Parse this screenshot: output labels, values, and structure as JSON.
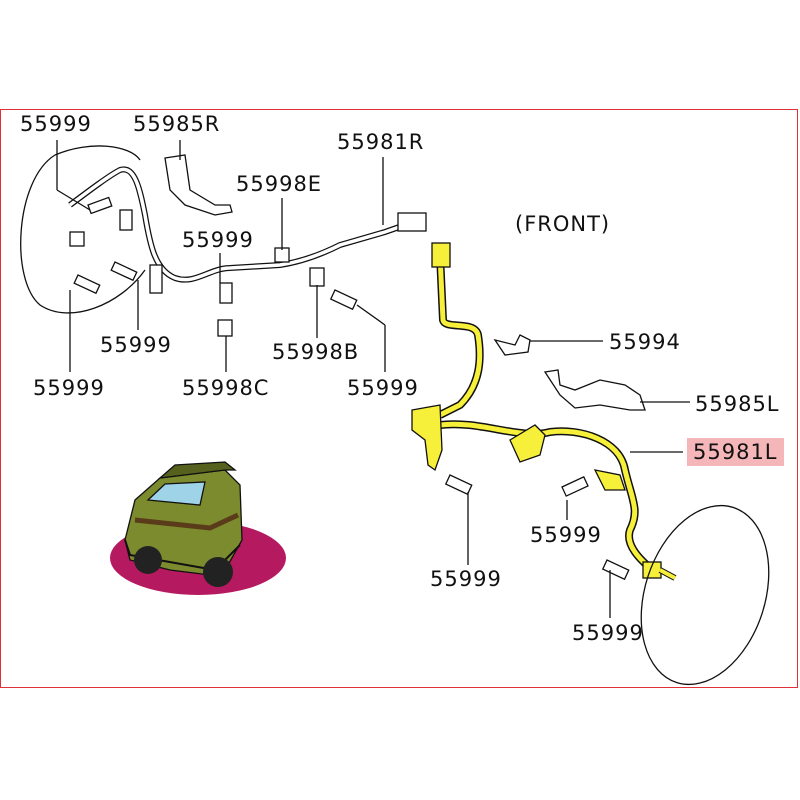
{
  "direction_label": "(FRONT)",
  "parts": [
    {
      "id": "p1",
      "number": "55999"
    },
    {
      "id": "p2",
      "number": "55985R"
    },
    {
      "id": "p3",
      "number": "55981R"
    },
    {
      "id": "p4",
      "number": "55998E"
    },
    {
      "id": "p5",
      "number": "55999"
    },
    {
      "id": "p6",
      "number": "55999"
    },
    {
      "id": "p7",
      "number": "55999"
    },
    {
      "id": "p8",
      "number": "55998B"
    },
    {
      "id": "p9",
      "number": "55998C"
    },
    {
      "id": "p10",
      "number": "55999"
    },
    {
      "id": "p11",
      "number": "55994"
    },
    {
      "id": "p12",
      "number": "55985L"
    },
    {
      "id": "p13",
      "number": "55981L"
    },
    {
      "id": "p14",
      "number": "55999"
    },
    {
      "id": "p15",
      "number": "55999"
    },
    {
      "id": "p16",
      "number": "55999"
    }
  ],
  "highlighted_part": "55981L",
  "colors": {
    "highlight_part": "#f7f03a",
    "highlight_label": "#f4b6b8",
    "frame": "#e0303a",
    "car_base": "#b5195f"
  }
}
